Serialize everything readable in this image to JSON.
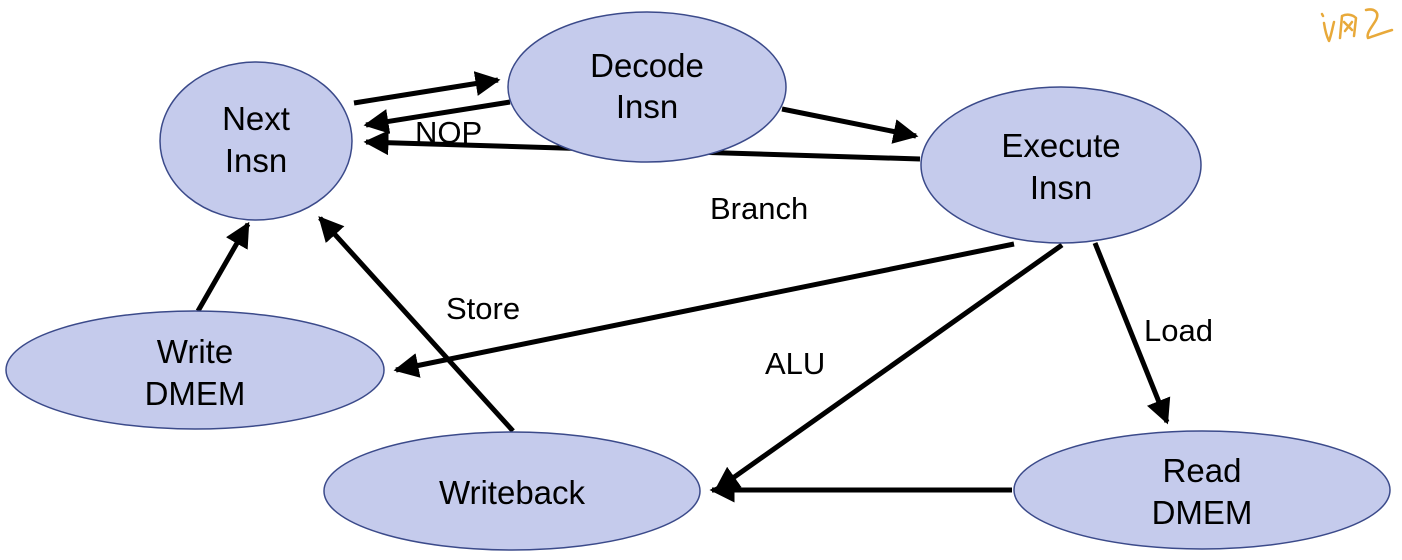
{
  "diagram": {
    "colors": {
      "node_fill": "#c5cbec",
      "node_stroke": "#3b4a8a",
      "edge": "#000000",
      "annotation": "#e8a93a"
    },
    "nodes": {
      "next_insn": {
        "line1": "Next",
        "line2": "Insn"
      },
      "decode_insn": {
        "line1": "Decode",
        "line2": "Insn"
      },
      "execute_insn": {
        "line1": "Execute",
        "line2": "Insn"
      },
      "write_dmem": {
        "line1": "Write",
        "line2": "DMEM"
      },
      "writeback": {
        "line1": "Writeback"
      },
      "read_dmem": {
        "line1": "Read",
        "line2": "DMEM"
      }
    },
    "edge_labels": {
      "nop": "NOP",
      "branch": "Branch",
      "store": "Store",
      "alu": "ALU",
      "load": "Load"
    },
    "annotation": "handwritten-scribble"
  }
}
